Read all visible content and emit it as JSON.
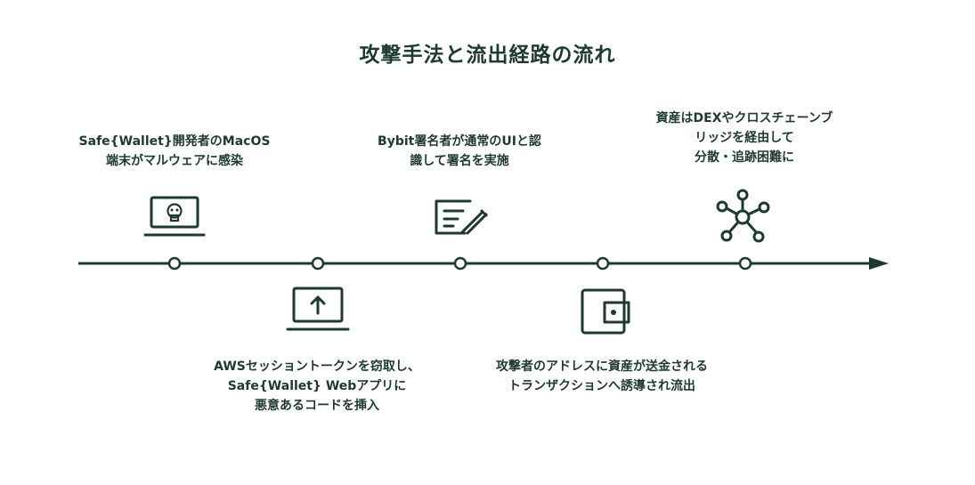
{
  "title": "攻撃手法と流出経路の流れ",
  "steps": [
    {
      "label": "Safe{Wallet}開発者のMacOS\n端末がマルウェアに感染",
      "icon": "infected-laptop-icon",
      "position": "above"
    },
    {
      "label": "AWSセッショントークンを窃取し、\nSafe{Wallet} Webアプリに\n悪意あるコードを挿入",
      "icon": "upload-laptop-icon",
      "position": "below"
    },
    {
      "label": "Bybit署名者が通常のUIと認\n識して署名を実施",
      "icon": "sign-document-icon",
      "position": "above"
    },
    {
      "label": "攻撃者のアドレスに資産が送金される\nトランザクションへ誘導され流出",
      "icon": "wallet-icon",
      "position": "below"
    },
    {
      "label": "資産はDEXやクロスチェーンブ\nリッジを経由して\n分散・追跡困難に",
      "icon": "network-hub-icon",
      "position": "above"
    }
  ],
  "colors": {
    "primary": "#1e3a2f",
    "background": "#ffffff"
  }
}
